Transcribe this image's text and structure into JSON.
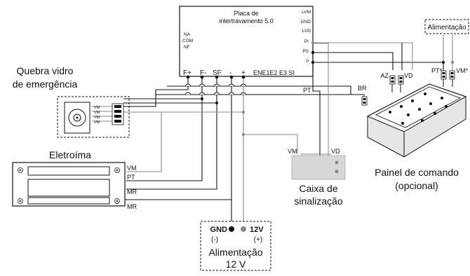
{
  "controller": {
    "title_line1": "Placa de",
    "title_line2": "intertravamento 5.0",
    "relay_na": "NA",
    "relay_com": "COM",
    "relay_nf": "NF",
    "out_lvm": "LVM",
    "out_gnd": "GND",
    "out_lvd": "LVD",
    "out_pi": "PI",
    "out_ps": "PS",
    "out_zero": "0",
    "t_fplus": "F+",
    "t_fminus": "F-",
    "t_sf": "SF",
    "t_minus": "-",
    "t_plus": "+",
    "t_ene": "ENE1E2 E3 SI"
  },
  "glassbreak": {
    "label_line1": "Quebra vidro",
    "label_line2": "de emergência",
    "pins": [
      "VM",
      "VM",
      "VM",
      "VM"
    ]
  },
  "maglock": {
    "label": "Eletroíma",
    "wires": [
      "VM",
      "PT",
      "MR",
      "MR"
    ]
  },
  "signal_box": {
    "label_line1": "Caixa de",
    "label_line2": "sinalização",
    "wire_vm": "VM",
    "wire_vd": "VD"
  },
  "control_panel": {
    "label_line1": "Painel de comando",
    "label_line2": "(opcional)",
    "wire_br": "BR",
    "wire_az": "AZ",
    "wire_vd": "VD",
    "wire_pt": "PT*",
    "wire_vm": "VM*",
    "wire_pt_line": "PT"
  },
  "power_12v": {
    "gnd": "GND",
    "gnd_sign": "(-)",
    "v12": "12V",
    "v12_sign": "(+)",
    "label_line1": "Alimentação",
    "label_line2": "12 V"
  },
  "power_panel": {
    "label": "Alimentação"
  }
}
